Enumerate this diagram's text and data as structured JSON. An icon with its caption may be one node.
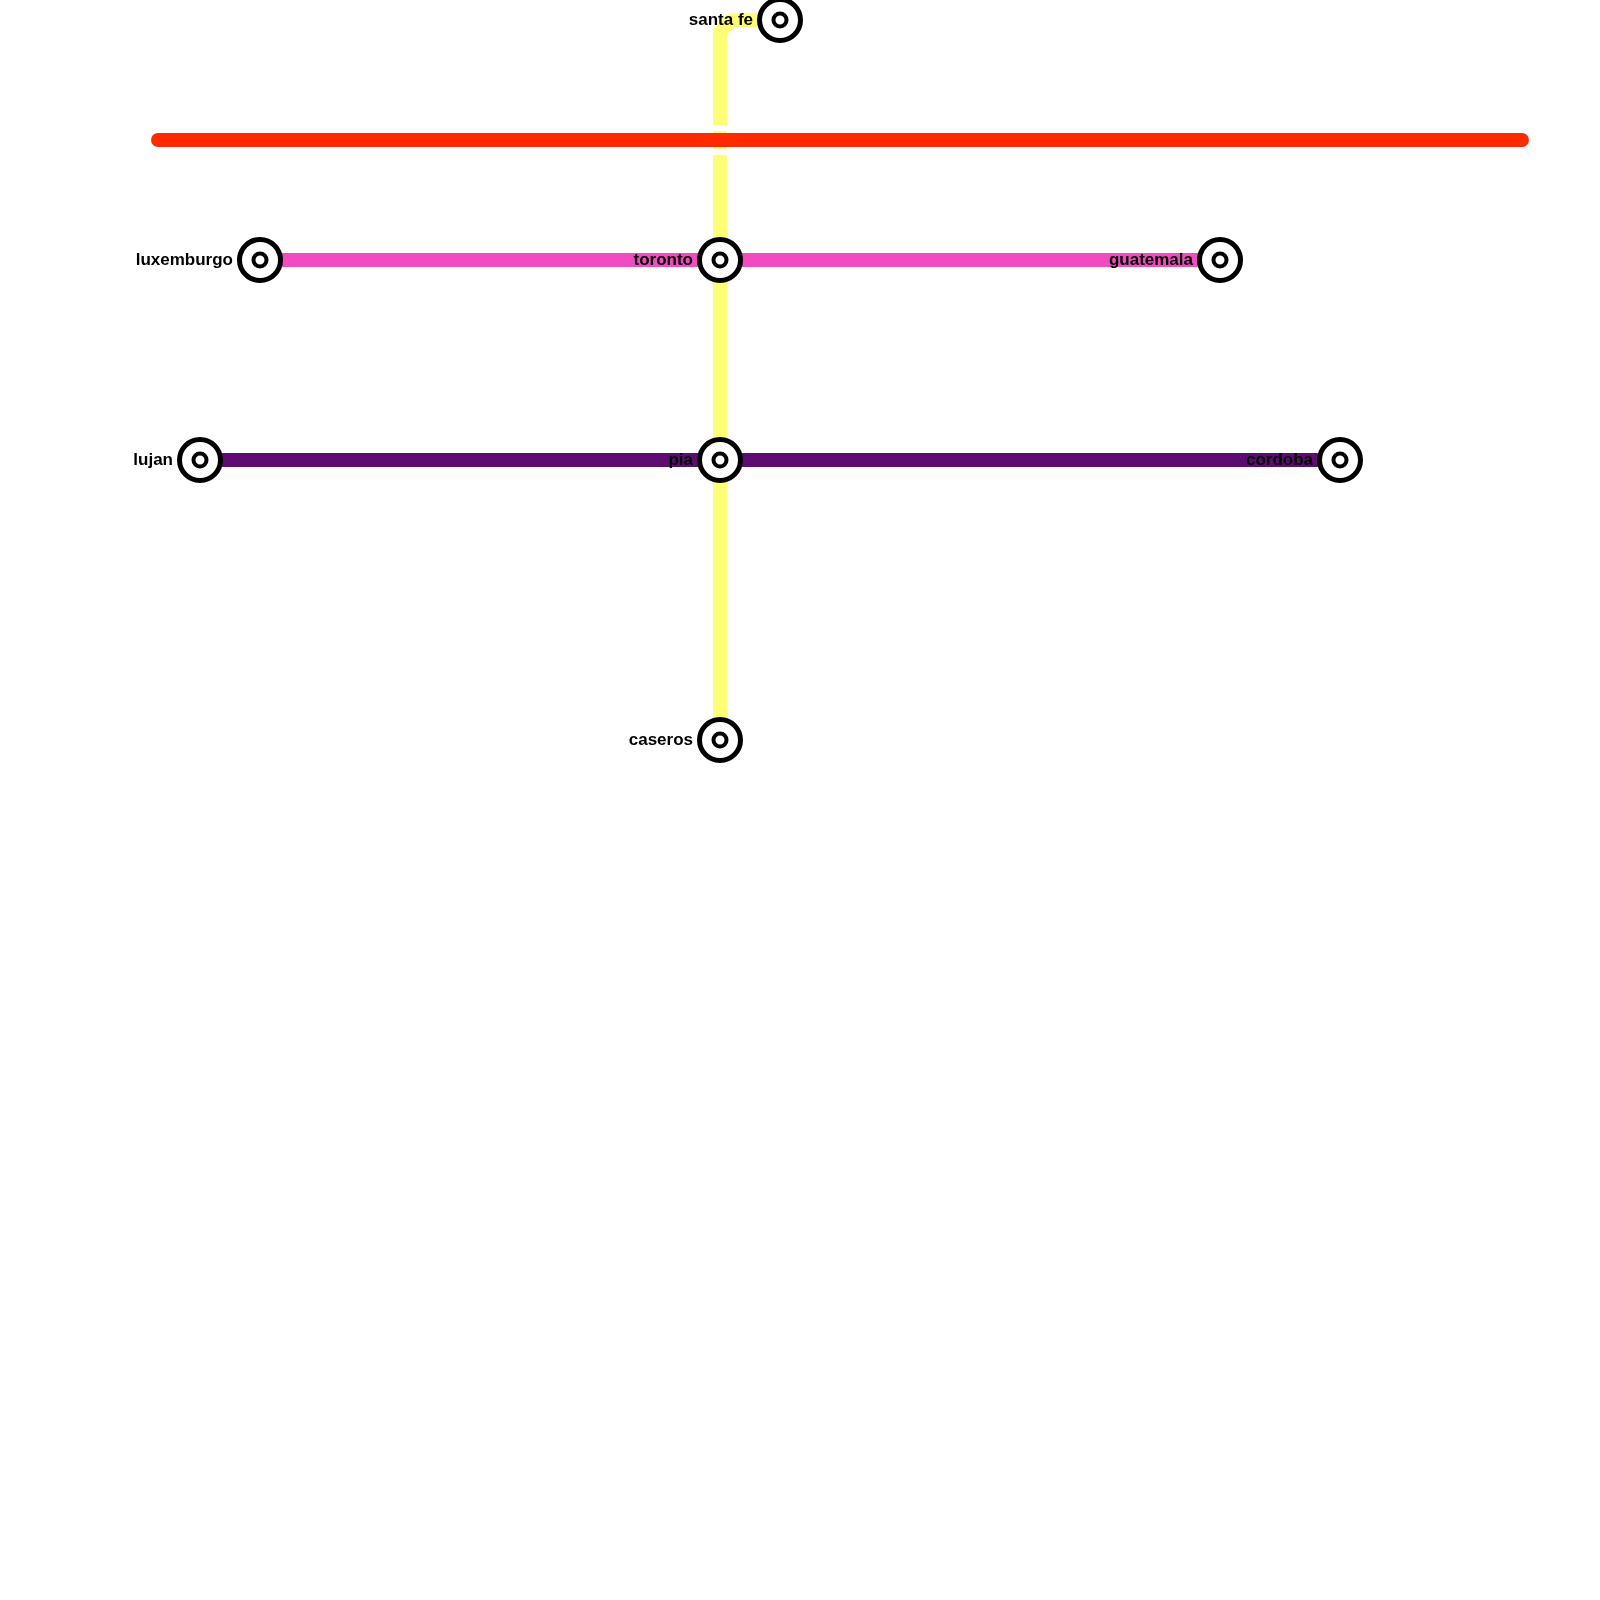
{
  "diagram": {
    "nodes": [
      {
        "text": [
          "santa fe"
        ]
      },
      {
        "text": [
          "luxemburgo"
        ]
      },
      {
        "text": [
          "toronto"
        ]
      },
      {
        "text": [
          "guatemala"
        ]
      },
      {
        "text": [
          "lujan"
        ]
      },
      {
        "text": [
          "pia"
        ]
      },
      {
        "text": [
          "cordoba"
        ]
      },
      {
        "text": [
          "caseros"
        ]
      },
      {
        "text": [],
        "shape": "bar"
      }
    ],
    "edges": [
      {
        "from": 0,
        "to": 2,
        "arrow": "none",
        "color": "#ffff77"
      },
      {
        "from": 2,
        "to": 5,
        "arrow": "none",
        "color": "#ffff77"
      },
      {
        "from": 5,
        "to": 7,
        "arrow": "none",
        "color": "#ffff77"
      },
      {
        "from": 1,
        "to": 2,
        "arrow": "none",
        "color": "#f04cc0"
      },
      {
        "from": 2,
        "to": 3,
        "arrow": "none",
        "color": "#f04cc0"
      },
      {
        "from": 4,
        "to": 5,
        "arrow": "none",
        "color": "#5e0c74"
      },
      {
        "from": 5,
        "to": 6,
        "arrow": "none",
        "color": "#5e0c74"
      }
    ]
  }
}
